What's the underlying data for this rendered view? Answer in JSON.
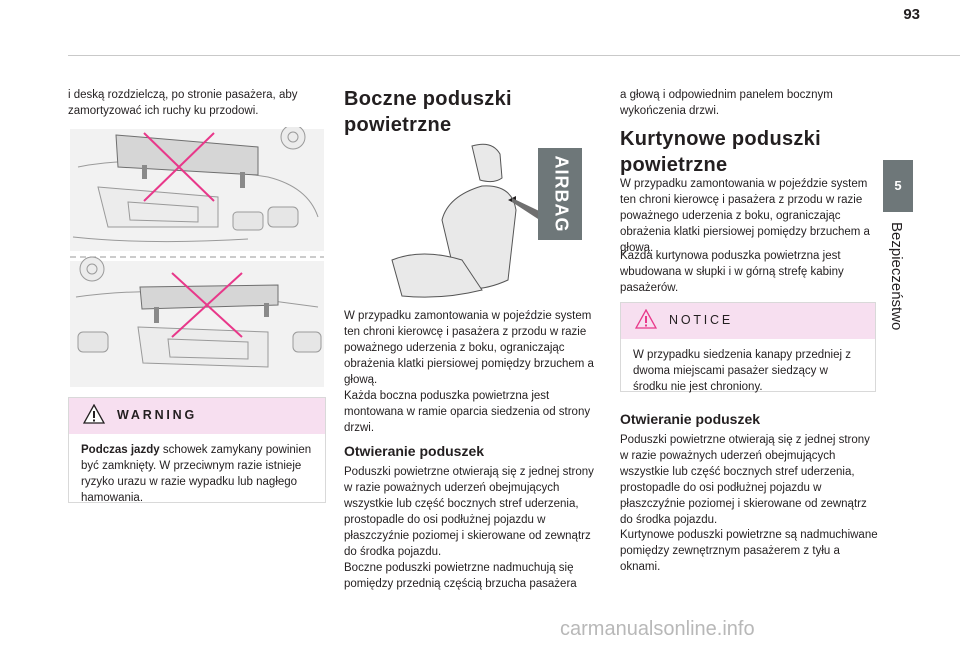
{
  "page": {
    "number": "93",
    "chapter_number": "5",
    "chapter_title": "Bezpieczeństwo"
  },
  "col1": {
    "intro": "i deską rozdzielczą, po stronie pasażera, aby zamortyzować ich ruchy ku przodowi.",
    "warning": {
      "title": "WARNING",
      "bold_lead": "Podczas jazdy",
      "text": " schowek zamykany powinien być zamknięty. W przeciwnym razie istnieje ryzyko urazu w razie wypadku lub nagłego hamowania."
    }
  },
  "col2": {
    "title": "Boczne poduszki powietrzne",
    "airbag_label": "AIRBAG",
    "para1": "W przypadku zamontowania w pojeździe system ten chroni kierowcę i pasażera z przodu w razie poważnego uderzenia z boku, ograniczając obrażenia klatki piersiowej pomiędzy brzuchem a głową.",
    "para2": "Każda boczna poduszka powietrzna jest montowana w ramie oparcia siedzenia od strony drzwi.",
    "subtitle": "Otwieranie poduszek",
    "para3": "Poduszki powietrzne otwierają się z jednej strony w razie poważnych uderzeń obejmujących wszystkie lub część bocznych stref uderzenia, prostopadle do osi podłużnej pojazdu w płaszczyźnie poziomej i skierowane od zewnątrz do środka pojazdu.",
    "para4": "Boczne poduszki powietrzne nadmuchują się pomiędzy przednią częścią brzucha pasażera"
  },
  "col3": {
    "intro": "a głową i odpowiednim panelem bocznym wykończenia drzwi.",
    "title": "Kurtynowe poduszki powietrzne",
    "para1": "W przypadku zamontowania w pojeździe system ten chroni kierowcę i pasażera z przodu w razie poważnego uderzenia z boku, ograniczając obrażenia klatki piersiowej pomiędzy brzuchem a głową.",
    "para2": "Każda kurtynowa poduszka powietrzna jest wbudowana w słupki i w górną strefę kabiny pasażerów.",
    "notice": {
      "title": "NOTICE",
      "text": "W przypadku siedzenia kanapy przedniej z dwoma miejscami pasażer siedzący w środku nie jest chroniony."
    },
    "subtitle": "Otwieranie poduszek",
    "para3": "Poduszki powietrzne otwierają się z jednej strony w razie poważnych uderzeń obejmujących wszystkie lub część bocznych stref uderzenia, prostopadle do osi podłużnej pojazdu w płaszczyźnie poziomej i skierowane od zewnątrz do środka pojazdu.",
    "para4": "Kurtynowe poduszki powietrzne są nadmuchiwane pomiędzy zewnętrznym pasażerem z tyłu a oknami."
  },
  "watermark": "carmanualsonline.info",
  "colors": {
    "tab": "#6e7779",
    "warning_header": "#f7dff0",
    "cross": "#e8388a"
  }
}
